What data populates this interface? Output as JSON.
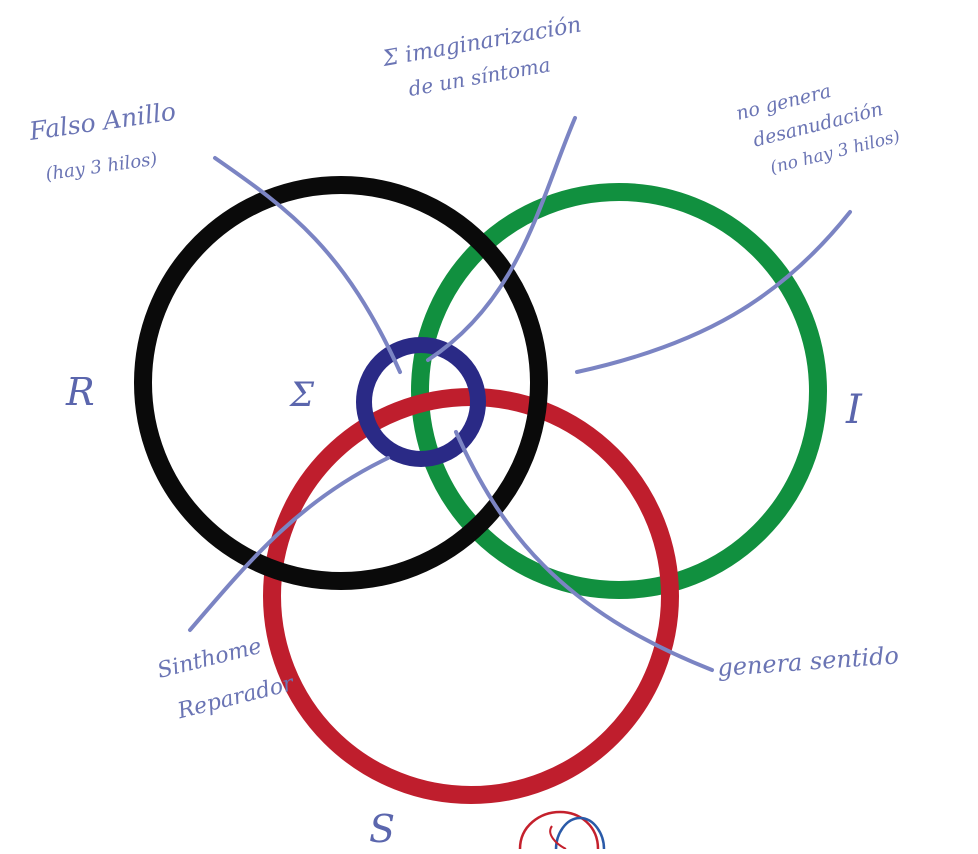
{
  "colors": {
    "black_ring": "#0a0a0a",
    "green_ring": "#11903f",
    "red_ring": "#bf1e2d",
    "blue_ring": "#2a2a86",
    "ink": "#6a74b4"
  },
  "ring_labels": {
    "r": "R",
    "i": "I",
    "s": "S",
    "center": "Σ"
  },
  "annotations": {
    "top_left_line1": "Falso Anillo",
    "top_left_line2": "(hay 3 hilos)",
    "top_center_line1": "Σ imaginarización",
    "top_center_line2": "de un síntoma",
    "top_right_line1": "no genera",
    "top_right_line2": "desanudación",
    "top_right_line3": "(no hay 3 hilos)",
    "bottom_left_line1": "Sinthome",
    "bottom_left_line2": "Reparador",
    "bottom_right": "genera sentido"
  }
}
